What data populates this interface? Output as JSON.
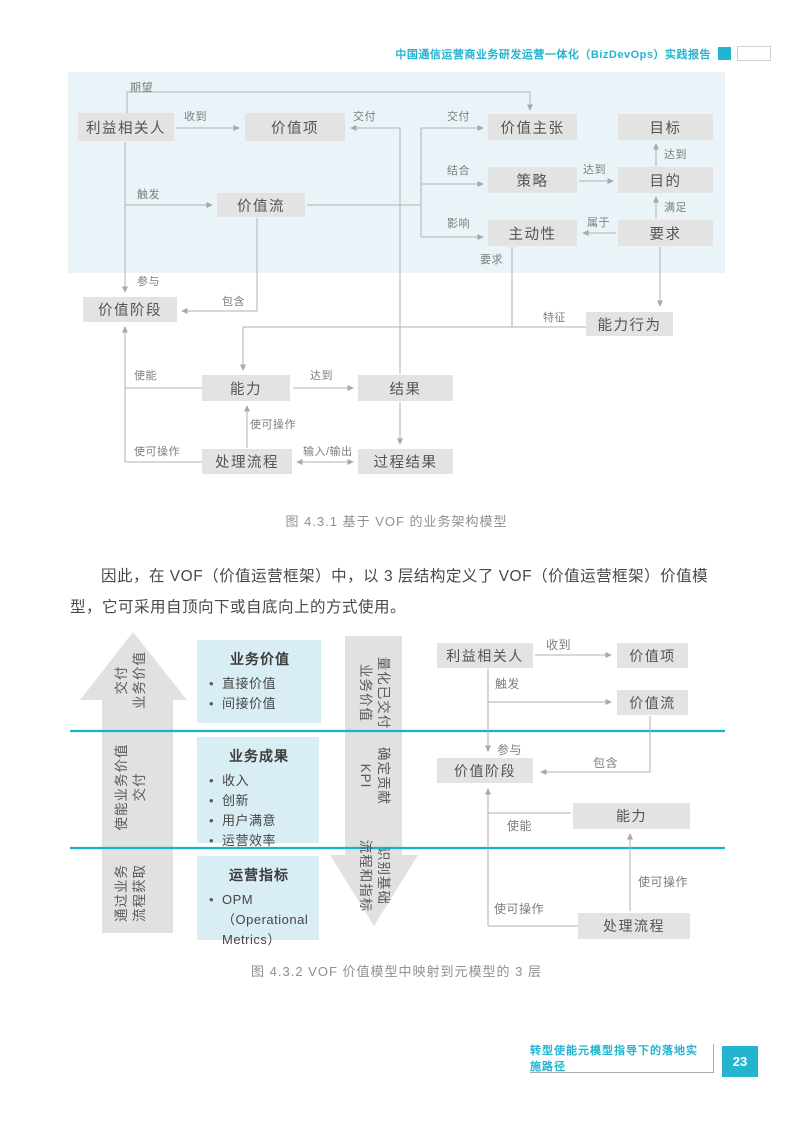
{
  "header": {
    "title": "中国通信运营商业务研发运营一体化（BizDevOps）实践报告"
  },
  "figure1": {
    "caption": "图 4.3.1 基于 VOF 的业务架构模型",
    "nodes": {
      "stakeholder": "利益相关人",
      "value_item": "价值项",
      "value_proposition": "价值主张",
      "goal": "目标",
      "strategy": "策略",
      "objective": "目的",
      "initiative": "主动性",
      "requirement": "要求",
      "value_stream": "价值流",
      "value_stage": "价值阶段",
      "capability_behavior": "能力行为",
      "capability": "能力",
      "outcome": "结果",
      "process": "处理流程",
      "process_outcome": "过程结果"
    },
    "edges": {
      "expect": "期望",
      "receive": "收到",
      "deliver_item": "交付",
      "deliver_prop": "交付",
      "combine": "结合",
      "achieve_goal": "达到",
      "achieve_obj": "达到",
      "influence": "影响",
      "belong_to": "属于",
      "satisfy": "满足",
      "trigger": "触发",
      "participate": "参与",
      "contain": "包含",
      "require": "要求",
      "feature": "特征",
      "enable": "使能",
      "achieve_outcome": "达到",
      "operationalize_up": "使可操作",
      "operationalize_left": "使可操作",
      "input_output": "输入/输出"
    }
  },
  "paragraph": "因此，在 VOF（价值运营框架）中，以 3 层结构定义了 VOF（价值运营框架）价值模型，它可采用自顶向下或自底向上的方式使用。",
  "figure2": {
    "caption": "图 4.3.2 VOF 价值模型中映射到元模型的 3 层",
    "up_arrows": [
      "交付\n业务价值",
      "使能业务价值\n交付",
      "通过业务\n流程获取"
    ],
    "down_arrow": [
      "量化已交付\n业务价值",
      "确定贡献\nKPI",
      "识别基础\n流程和指标"
    ],
    "layers": [
      {
        "title": "业务价值",
        "bullets": [
          "直接价值",
          "间接价值"
        ]
      },
      {
        "title": "业务成果",
        "bullets": [
          "收入",
          "创新",
          "用户满意",
          "运营效率"
        ]
      },
      {
        "title": "运营指标",
        "bullets": [
          "OPM（Operational Metrics）"
        ]
      }
    ],
    "nodes": {
      "stakeholder": "利益相关人",
      "value_item": "价值项",
      "value_stream": "价值流",
      "value_stage": "价值阶段",
      "capability": "能力",
      "process": "处理流程"
    },
    "edges": {
      "receive": "收到",
      "trigger": "触发",
      "participate": "参与",
      "contain": "包含",
      "enable": "使能",
      "operationalize_left": "使可操作",
      "operationalize_up": "使可操作"
    }
  },
  "footer": {
    "section": "转型使能元模型指导下的落地实施路径",
    "page": "23"
  },
  "colors": {
    "accent": "#24b4cf",
    "figure1_bg": "#e9f3f8",
    "node_bg": "#e3e3e3",
    "layer_bg": "#d8edf4",
    "line_gray": "#b2b2b2"
  }
}
